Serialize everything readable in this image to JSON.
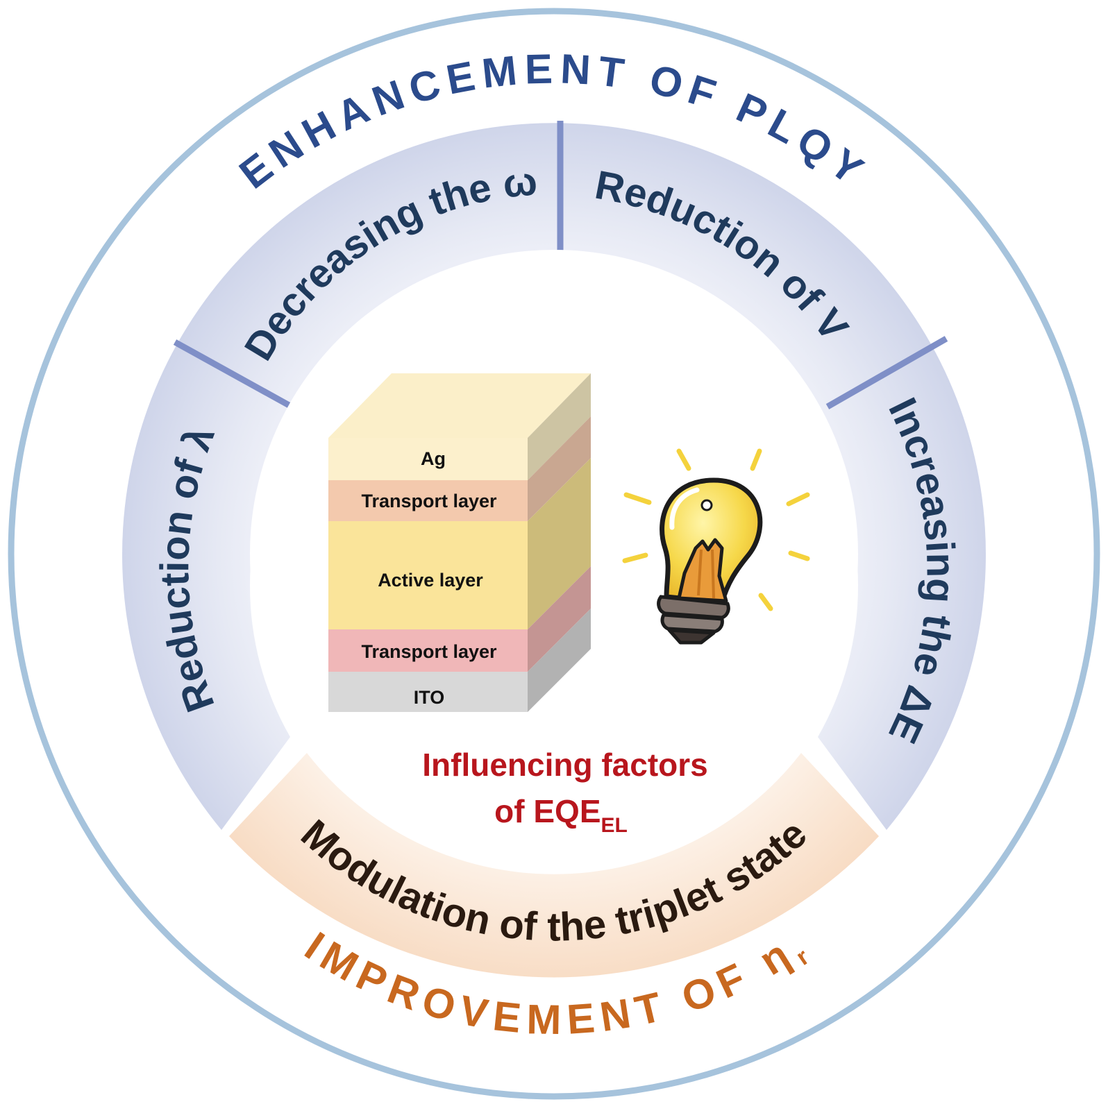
{
  "titles": {
    "top": "ENHANCEMENT OF PLQY",
    "bottom_main": "IMPROVEMENT OF η",
    "bottom_sub": "r"
  },
  "segments": {
    "top_left": "Decreasing the ω",
    "top_right": "Reduction of V",
    "left": "Reduction of λ",
    "right": "Increasing the ΔE",
    "bottom": "Modulation of the  triplet state"
  },
  "device_stack": {
    "layers": [
      "Ag",
      "Transport layer",
      "Active layer",
      "Transport layer",
      "ITO"
    ]
  },
  "center": {
    "line1": "Influencing factors",
    "line2": "of EQE",
    "line2_sub": "EL"
  },
  "colors": {
    "outer_ring": "#a6c3dc",
    "top_title": "#2b4b8c",
    "bottom_title": "#c8681f",
    "divider": "#7f8fc7",
    "center_text": "#b8161d"
  },
  "icons": [
    "light-bulb-icon"
  ]
}
